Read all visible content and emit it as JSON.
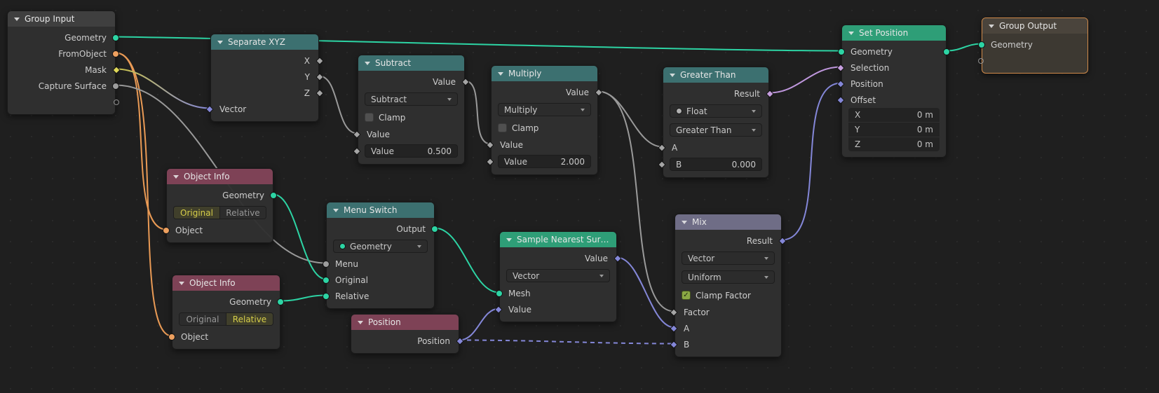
{
  "colors": {
    "background": "#1f1f1f",
    "socket_geometry": "#2dd4a4",
    "socket_object": "#eda05f",
    "socket_float": "#a5a5a5",
    "socket_vector": "#8487d8",
    "socket_boolean": "#c79fe0",
    "socket_mask": "#ded758",
    "header_converter": "#3c7070",
    "header_geometry": "#2e9e77",
    "header_input": "#7e4256",
    "header_mix": "#6f6d86",
    "selected_outline": "#d08a4a"
  },
  "nodes": {
    "group_input": {
      "title": "Group Input",
      "outputs": [
        "Geometry",
        "FromObject",
        "Mask",
        "Capture Surface"
      ]
    },
    "separate_xyz": {
      "title": "Separate XYZ",
      "outputs": [
        "X",
        "Y",
        "Z"
      ],
      "input": "Vector"
    },
    "subtract": {
      "title": "Subtract",
      "output": "Value",
      "operation": "Subtract",
      "clamp_label": "Clamp",
      "input1": "Value",
      "field_label": "Value",
      "field_value": "0.500"
    },
    "multiply": {
      "title": "Multiply",
      "output": "Value",
      "operation": "Multiply",
      "clamp_label": "Clamp",
      "input1": "Value",
      "field_label": "Value",
      "field_value": "2.000"
    },
    "greater_than": {
      "title": "Greater Than",
      "output": "Result",
      "data_type": "Float",
      "operation": "Greater Than",
      "input_a": "A",
      "field_label": "B",
      "field_value": "0.000"
    },
    "set_position": {
      "title": "Set Position",
      "geometry": "Geometry",
      "selection": "Selection",
      "position": "Position",
      "offset": "Offset",
      "vector_fields": [
        {
          "label": "X",
          "value": "0 m"
        },
        {
          "label": "Y",
          "value": "0 m"
        },
        {
          "label": "Z",
          "value": "0 m"
        }
      ]
    },
    "group_output": {
      "title": "Group Output",
      "input": "Geometry"
    },
    "object_info_1": {
      "title": "Object Info",
      "output": "Geometry",
      "mode_options": [
        "Original",
        "Relative"
      ],
      "active_mode": "Original",
      "input": "Object"
    },
    "object_info_2": {
      "title": "Object Info",
      "output": "Geometry",
      "mode_options": [
        "Original",
        "Relative"
      ],
      "active_mode": "Relative",
      "input": "Object"
    },
    "menu_switch": {
      "title": "Menu Switch",
      "output": "Output",
      "data_type": "Geometry",
      "inputs": [
        "Menu",
        "Original",
        "Relative"
      ]
    },
    "sample_nearest_surface": {
      "title": "Sample Nearest Surf...",
      "output": "Value",
      "data_type": "Vector",
      "inputs": [
        "Mesh",
        "Value"
      ]
    },
    "position": {
      "title": "Position",
      "output": "Position"
    },
    "mix": {
      "title": "Mix",
      "output": "Result",
      "data_type": "Vector",
      "factor_mode": "Uniform",
      "clamp_label": "Clamp Factor",
      "inputs": [
        "Factor",
        "A",
        "B"
      ]
    }
  },
  "links": [
    {
      "from": "Group Input.Geometry",
      "to": "Set Position.Geometry"
    },
    {
      "from": "Group Input.FromObject",
      "to": "Object Info (Original).Object"
    },
    {
      "from": "Group Input.FromObject",
      "to": "Object Info (Relative).Object"
    },
    {
      "from": "Group Input.Mask",
      "to": "Separate XYZ.Vector"
    },
    {
      "from": "Group Input.Capture Surface",
      "to": "Menu Switch.Menu"
    },
    {
      "from": "Separate XYZ.Y",
      "to": "Subtract.Value"
    },
    {
      "from": "Subtract.Value",
      "to": "Multiply.Value"
    },
    {
      "from": "Multiply.Value",
      "to": "Greater Than.A"
    },
    {
      "from": "Multiply.Value",
      "to": "Mix.Factor"
    },
    {
      "from": "Greater Than.Result",
      "to": "Set Position.Selection"
    },
    {
      "from": "Object Info (Original).Geometry",
      "to": "Menu Switch.Original"
    },
    {
      "from": "Object Info (Relative).Geometry",
      "to": "Menu Switch.Relative"
    },
    {
      "from": "Menu Switch.Output",
      "to": "Sample Nearest Surface.Mesh"
    },
    {
      "from": "Position.Position",
      "to": "Sample Nearest Surface.Value"
    },
    {
      "from": "Position.Position",
      "to": "Mix.B"
    },
    {
      "from": "Sample Nearest Surface.Value",
      "to": "Mix.A"
    },
    {
      "from": "Mix.Result",
      "to": "Set Position.Position"
    },
    {
      "from": "Set Position.Geometry",
      "to": "Group Output.Geometry"
    }
  ]
}
